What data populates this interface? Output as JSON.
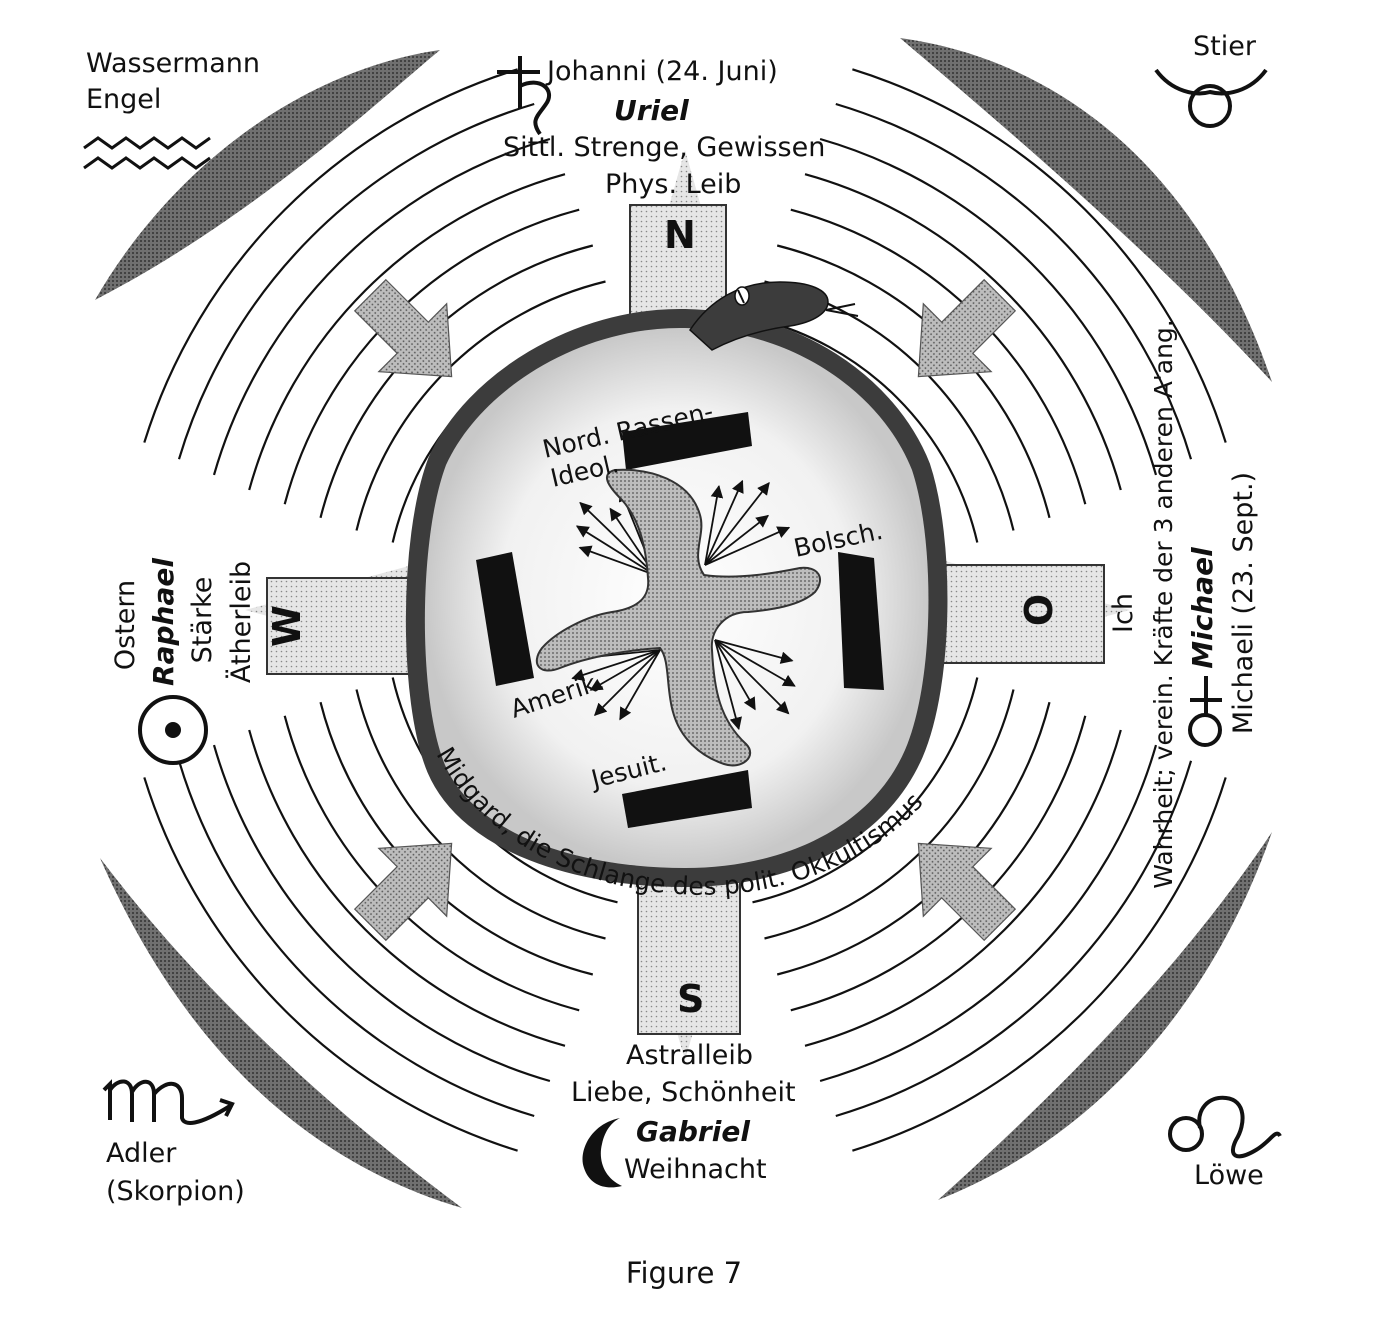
{
  "corners": {
    "top_left": [
      "Wassermann",
      "Engel"
    ],
    "top_right": [
      "Stier"
    ],
    "bottom_left": [
      "Adler",
      "(Skorpion)"
    ],
    "bottom_right": [
      "Löwe"
    ]
  },
  "north": {
    "festival": "Johanni (24. Juni)",
    "angel": "Uriel",
    "virtue": "Sittl. Strenge, Gewissen",
    "body": "Phys. Leib",
    "letter": "N"
  },
  "south": {
    "letter": "S",
    "body": "Astralleib",
    "virtue": "Liebe, Schönheit",
    "angel": "Gabriel",
    "festival": "Weihnacht"
  },
  "west": {
    "letter": "W",
    "festival": "Ostern",
    "angel": "Raphael",
    "virtue": "Stärke",
    "body": "Ätherleib"
  },
  "east": {
    "letter": "O",
    "body": "Ich",
    "note": "Wahrheit; verein. Kräfte der 3 anderen A'ang.",
    "angel": "Michael",
    "festival": "Michaeli (23. Sept.)"
  },
  "center": {
    "nord": "Nord. Rassen-",
    "ideol": "Ideol.",
    "bolsch": "Bolsch.",
    "amerik": "Amerik.",
    "jesuit": "Jesuit.",
    "serpent": "Midgard, die Schlange des polit. Okkultismus"
  },
  "caption": "Figure 7",
  "icons": [
    "saturn-icon",
    "moon-icon",
    "sun-icon",
    "mercury-icon",
    "aquarius-icon",
    "taurus-icon",
    "scorpio-icon",
    "leo-icon"
  ],
  "colors": {
    "ink": "#111111",
    "shade": "#8a8a8a",
    "light": "#d4d4d4",
    "paper": "#ffffff"
  }
}
